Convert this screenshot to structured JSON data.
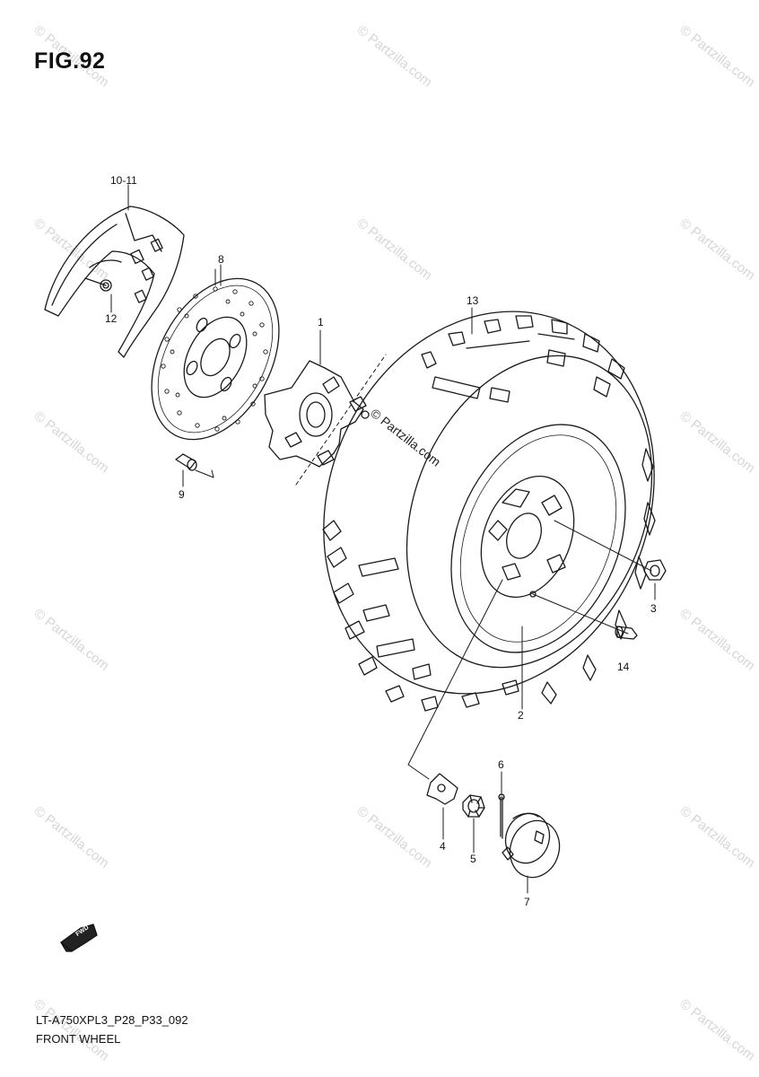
{
  "figure": {
    "title": "FIG.92",
    "code": "LT-A750XPL3_P28_P33_092",
    "name": "FRONT WHEEL",
    "arrow_label": "FWD"
  },
  "callouts": {
    "c10_11": "10-11",
    "c12": "12",
    "c8": "8",
    "c9": "9",
    "c1": "1",
    "c13": "13",
    "c3": "3",
    "c14": "14",
    "c2": "2",
    "c6": "6",
    "c4": "4",
    "c5": "5",
    "c7": "7"
  },
  "site_label": "© Partzilla.com",
  "watermarks": [
    "© Partzilla.com",
    "© Partzilla.com",
    "© Partzilla.com",
    "© Partzilla.com",
    "© Partzilla.com",
    "© Partzilla.com",
    "© Partzilla.com",
    "© Partzilla.com",
    "© Partzilla.com",
    "© Partzilla.com",
    "© Partzilla.com",
    "© Partzilla.com",
    "© Partzilla.com",
    "© Partzilla.com",
    "© Partzilla.com"
  ]
}
